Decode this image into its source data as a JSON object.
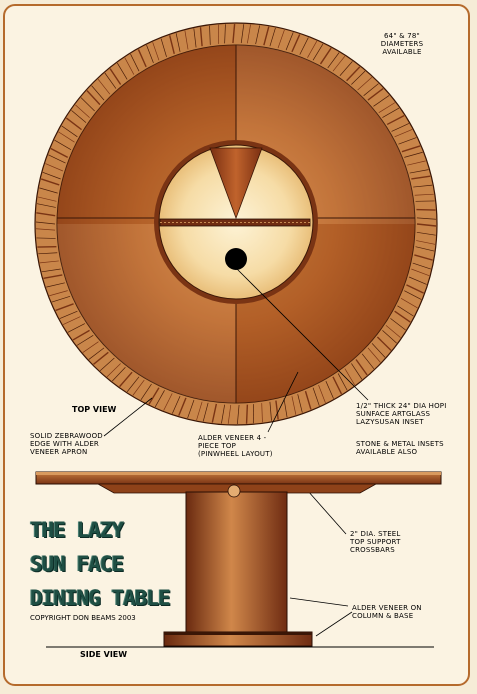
{
  "title_lines": [
    "THE LAZY",
    "SUN FACE",
    "DINING TABLE"
  ],
  "copyright": "COPYRIGHT DON BEAMS 2003",
  "views": {
    "top": "TOP VIEW",
    "side": "SIDE VIEW"
  },
  "callouts": {
    "diameters": [
      "64\" & 78\"",
      "DIAMETERS",
      "AVAILABLE"
    ],
    "edge": [
      "SOLID ZEBRAWOOD",
      "EDGE WITH ALDER",
      "VENEER APRON"
    ],
    "top_veneer": [
      "ALDER VENEER 4 -",
      "PIECE TOP",
      "(PINWHEEL LAYOUT)"
    ],
    "inset": [
      "1/2\" THICK 24\" dia HOPI",
      "SUNFACE ARTGLASS",
      "LAZYSUSAN INSET"
    ],
    "stone": [
      "STONE & METAL INSETS",
      "AVAILABLE ALSO"
    ],
    "steel": [
      "2\" DIA. STEEL",
      "TOP SUPPORT",
      "CROSSBARS"
    ],
    "column": [
      "ALDER VENEER ON",
      "COLUMN & BASE"
    ]
  },
  "colors": {
    "wood_dark": "#7a3414",
    "wood_mid": "#b8652c",
    "wood_light": "#d99a5e",
    "glass_light": "#fbecc3",
    "title_green": "#1f4f44",
    "frame": "#b56a2c"
  }
}
